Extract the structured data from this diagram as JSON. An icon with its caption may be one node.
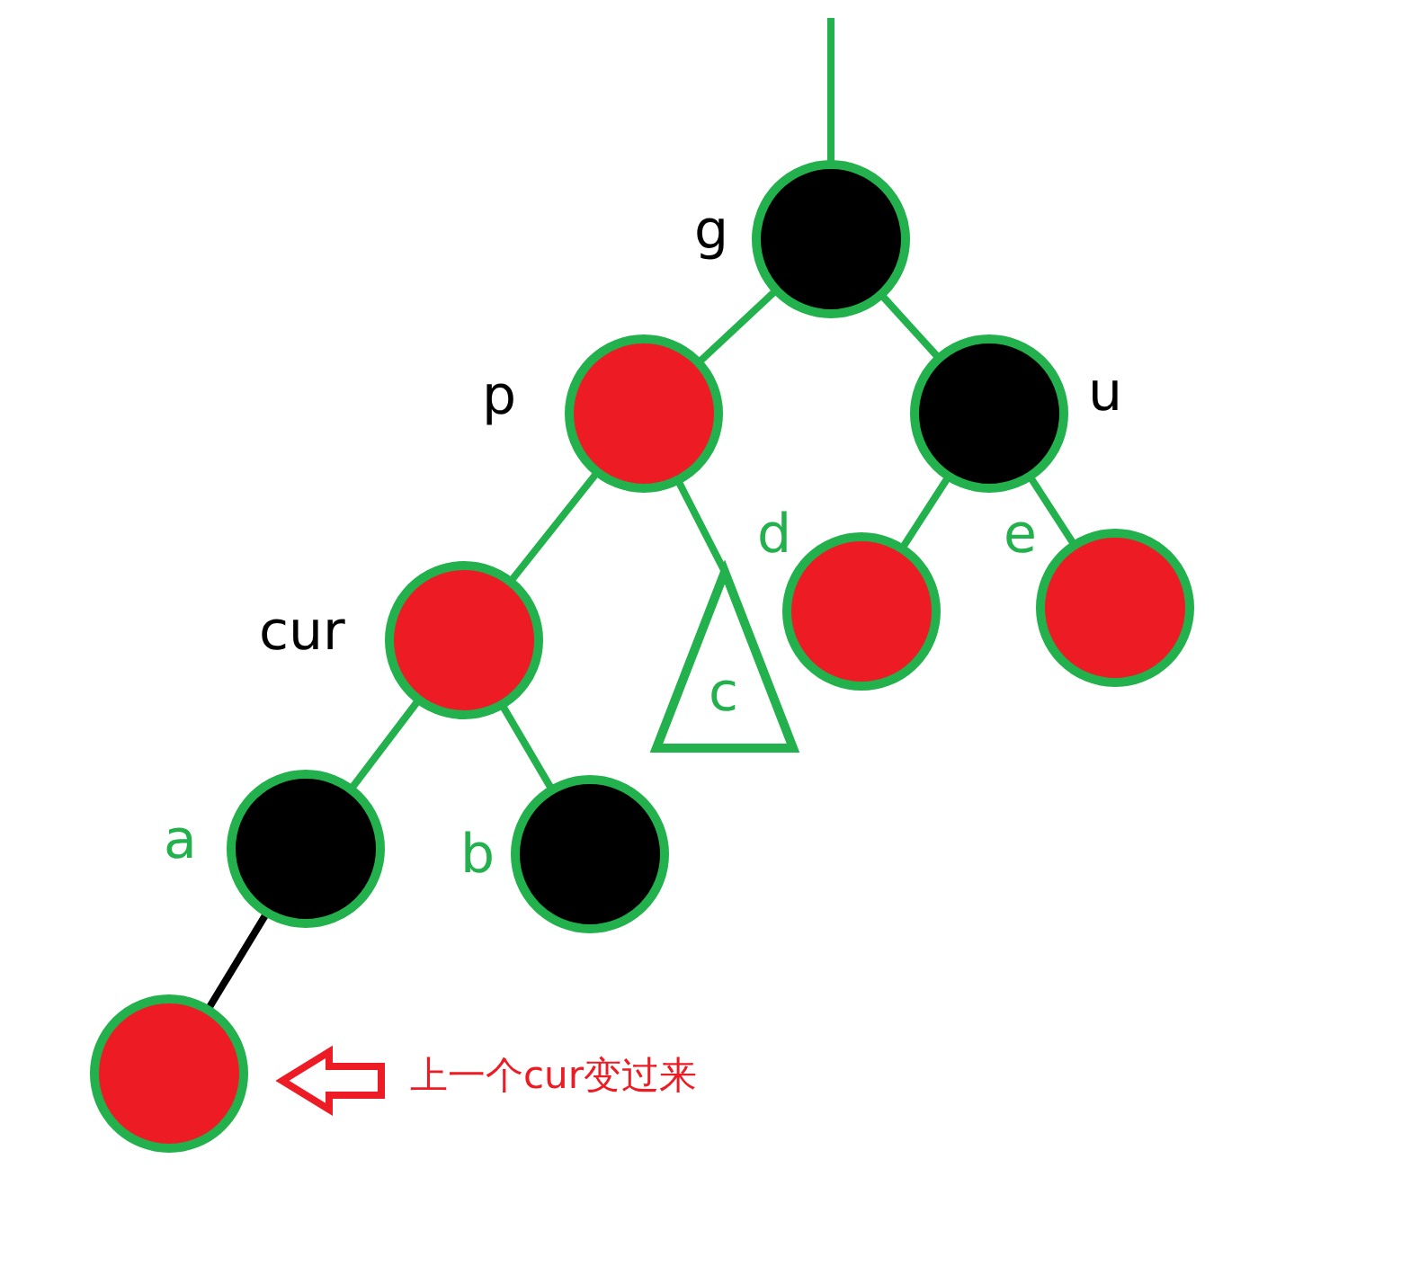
{
  "diagram": {
    "nodes": [
      {
        "text": [],
        "shape": "circle",
        "beside": [
          "g"
        ]
      },
      {
        "text": [],
        "shape": "circle",
        "beside": [
          "p"
        ]
      },
      {
        "text": [],
        "shape": "circle",
        "beside": [
          "u"
        ]
      },
      {
        "text": [],
        "shape": "circle",
        "beside": [
          "cur"
        ]
      },
      {
        "text": [
          "c"
        ]
      },
      {
        "text": [],
        "shape": "circle",
        "beside": [
          "d"
        ]
      },
      {
        "text": [],
        "shape": "circle",
        "beside": [
          "e"
        ]
      },
      {
        "text": [],
        "shape": "circle",
        "beside": [
          "a"
        ]
      },
      {
        "text": [],
        "shape": "circle",
        "beside": [
          "b"
        ]
      },
      {
        "text": [],
        "shape": "circle"
      },
      {
        "text": [
          "上一个cur变过来"
        ]
      }
    ],
    "edges": [
      {
        "from": null,
        "to": 0,
        "arrow": "none"
      },
      {
        "from": 0,
        "to": 1,
        "arrow": "none"
      },
      {
        "from": 0,
        "to": 2,
        "arrow": "none"
      },
      {
        "from": 1,
        "to": 3,
        "arrow": "none"
      },
      {
        "from": 1,
        "to": 4,
        "arrow": "none"
      },
      {
        "from": 2,
        "to": 5,
        "arrow": "none"
      },
      {
        "from": 2,
        "to": 6,
        "arrow": "none"
      },
      {
        "from": 3,
        "to": 7,
        "arrow": "none"
      },
      {
        "from": 3,
        "to": 8,
        "arrow": "none"
      },
      {
        "from": 7,
        "to": 9,
        "arrow": "none",
        "color": "#000000"
      },
      {
        "from": 10,
        "to": 9,
        "arrow": "to",
        "style": "thick",
        "color": "#ed1c24"
      }
    ]
  }
}
